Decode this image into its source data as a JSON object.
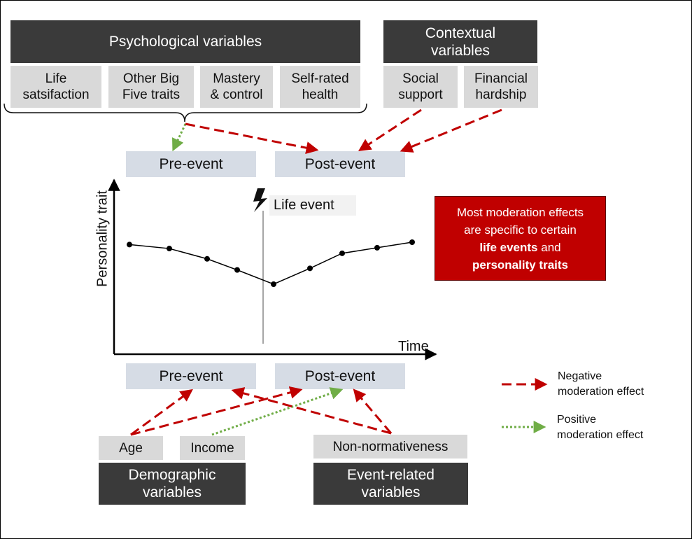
{
  "psychological": {
    "title": "Psychological variables",
    "items": [
      [
        "Life",
        "satsifaction"
      ],
      [
        "Other Big",
        "Five traits"
      ],
      [
        "Mastery",
        "& control"
      ],
      [
        "Self-rated",
        "health"
      ]
    ]
  },
  "contextual": {
    "title": [
      "Contextual",
      "variables"
    ],
    "items": [
      [
        "Social",
        "support"
      ],
      [
        "Financial",
        "hardship"
      ]
    ]
  },
  "top_periods": {
    "pre": "Pre-event",
    "post": "Post-event"
  },
  "bottom_periods": {
    "pre": "Pre-event",
    "post": "Post-event"
  },
  "life_event_label": "Life event",
  "axes": {
    "y": "Personality trait",
    "x": "Time"
  },
  "trajectory_values": [
    0.62,
    0.57,
    0.44,
    0.3,
    0.12,
    0.32,
    0.51,
    0.58,
    0.65
  ],
  "note": {
    "line1": "Most moderation effects",
    "line2": "are specific to certain",
    "bold1": "life events",
    "and": "and",
    "bold2": "personality traits"
  },
  "demographic": {
    "items": [
      "Age",
      "Income"
    ],
    "title": [
      "Demographic",
      "variables"
    ]
  },
  "event_related": {
    "items": [
      "Non-normativeness"
    ],
    "title": [
      "Event-related",
      "variables"
    ]
  },
  "legend": {
    "negative": [
      "Negative",
      "moderation effect"
    ],
    "positive": [
      "Positive",
      "moderation effect"
    ]
  },
  "colors": {
    "negative": "#c00000",
    "positive": "#70ad47",
    "dark_box": "#3a3a3a",
    "grey_box": "#d9d9d9",
    "period_box": "#d6dce5",
    "note_box": "#c00000"
  }
}
